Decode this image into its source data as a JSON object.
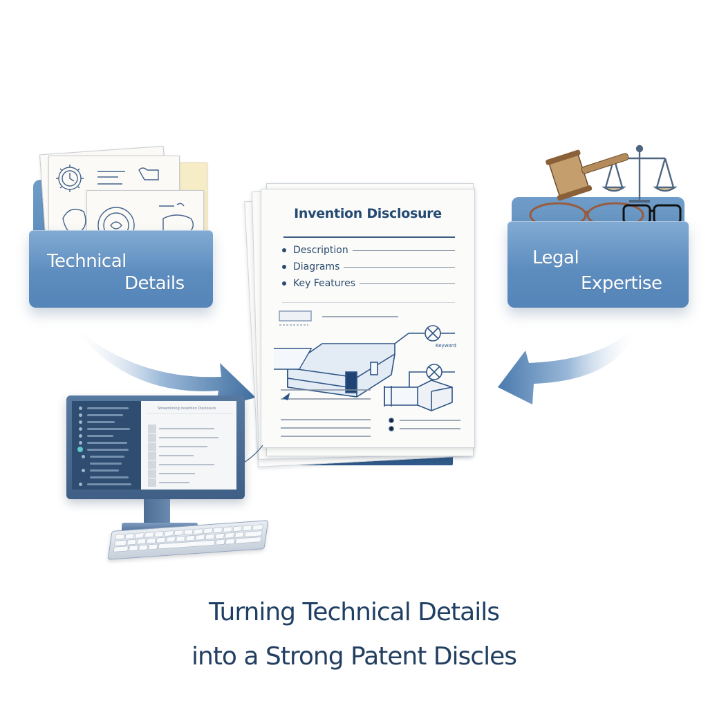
{
  "illustration": {
    "left_folder": {
      "label_line1": "Technical",
      "label_line2": "Details",
      "icon": "folder-with-technical-drawings"
    },
    "right_folder": {
      "label_line1": "Legal",
      "label_line2": "Expertise",
      "icon": "folder-with-gavel-scales-glasses"
    },
    "document": {
      "title": "Invention Disclosure",
      "bullets": [
        {
          "label": "Description"
        },
        {
          "label": "Diagrams"
        },
        {
          "label": "Key Features"
        }
      ],
      "diagram_label": "Keyword",
      "icon": "device-schematic"
    },
    "computer": {
      "icon": "desktop-monitor-with-keyboard",
      "screen_heading": "Streamlining Invention Disclosure"
    },
    "arrows": {
      "left": "arrow-from-technical-to-document",
      "right": "arrow-from-legal-to-document"
    }
  },
  "headline": {
    "line1": "Turning Technical Details",
    "line2": "into a Strong Patent Discles"
  },
  "colors": {
    "primary_blue": "#5d8dbf",
    "dark_navy": "#1f3f63",
    "doc_title": "#234a72",
    "background": "#ffffff"
  }
}
